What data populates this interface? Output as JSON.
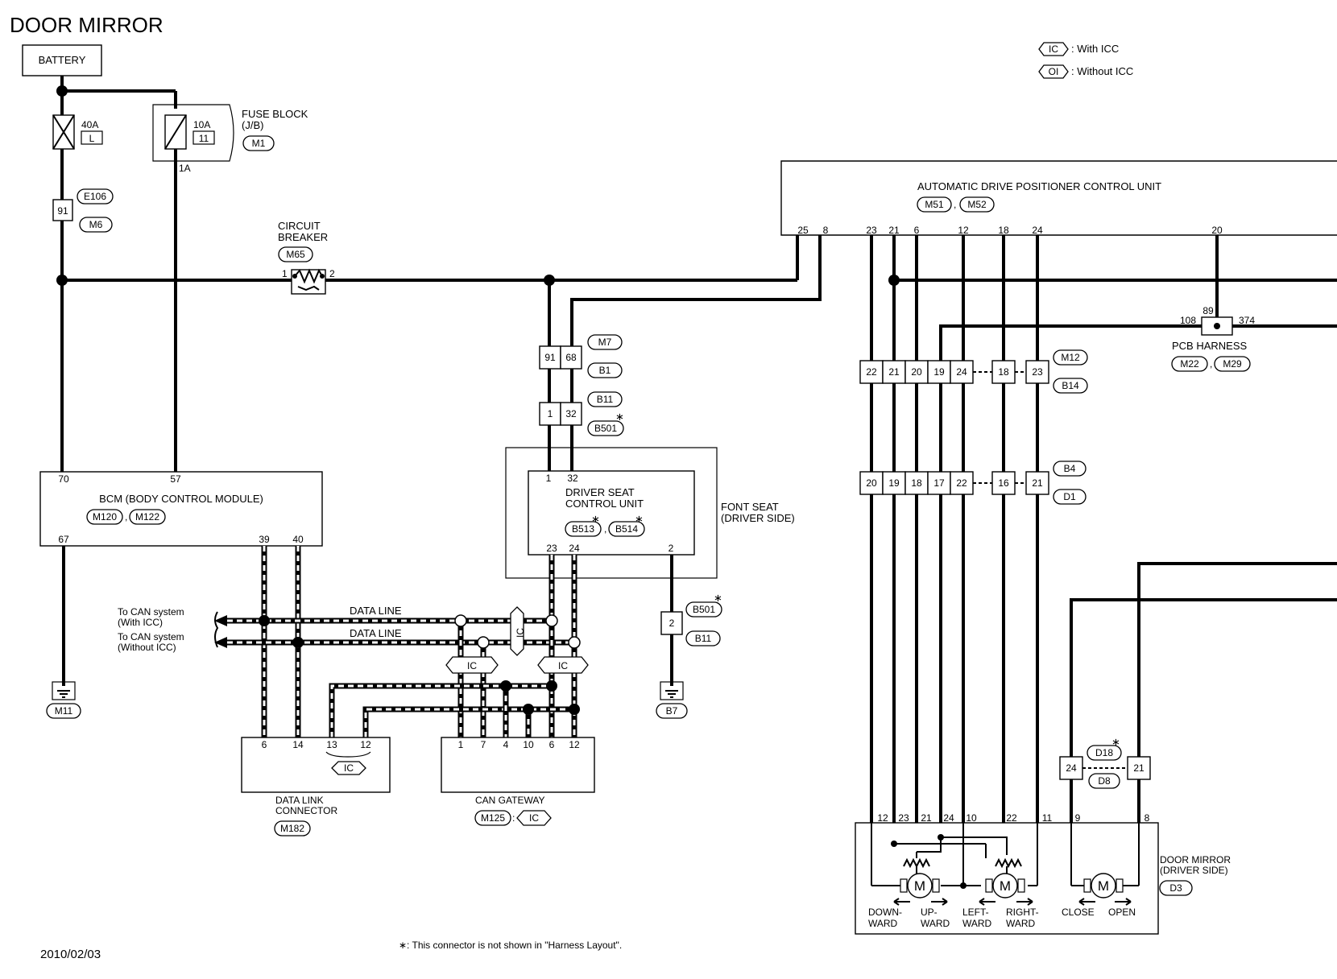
{
  "title": "DOOR MIRROR",
  "date": "2010/02/03",
  "footnote": "∗: This connector is not shown in \"Harness Layout\".",
  "legend": [
    {
      "tag": "IC",
      "text": ": With ICC"
    },
    {
      "tag": "OI",
      "text": ": Without ICC"
    }
  ],
  "battery": {
    "label": "BATTERY"
  },
  "fuse_40a": {
    "rating": "40A",
    "code": "L"
  },
  "fuse_10a": {
    "rating": "10A",
    "code": "11",
    "terminal": "1A"
  },
  "fuse_block": {
    "label1": "FUSE BLOCK",
    "label2": "(J/B)",
    "connector": "M1"
  },
  "conn_e106": {
    "pin": "91",
    "connectors": [
      "E106",
      "M6"
    ]
  },
  "circuit_breaker": {
    "label1": "CIRCUIT",
    "label2": "BREAKER",
    "connector": "M65",
    "pin_in": "1",
    "pin_out": "2"
  },
  "adp": {
    "label": "AUTOMATIC DRIVE POSITIONER CONTROL UNIT",
    "connectors": [
      "M51",
      "M52"
    ],
    "pins": [
      "25",
      "8",
      "23",
      "21",
      "6",
      "12",
      "18",
      "24",
      "20"
    ]
  },
  "pcb_harness": {
    "label": "PCB HARNESS",
    "connectors": [
      "M22",
      "M29"
    ],
    "pins": [
      "89",
      "108",
      "374"
    ]
  },
  "conn_m12": {
    "pins": [
      "22",
      "21",
      "20",
      "19",
      "24",
      "18",
      "23"
    ],
    "connectors": [
      "M12",
      "B14"
    ]
  },
  "conn_b4": {
    "pins": [
      "20",
      "19",
      "18",
      "17",
      "22",
      "16",
      "21"
    ],
    "connectors": [
      "B4",
      "D1"
    ]
  },
  "conn_m7": {
    "pins": [
      "91",
      "68"
    ],
    "connectors": [
      "M7",
      "B1"
    ]
  },
  "conn_b11": {
    "pins": [
      "1",
      "32"
    ],
    "connectors": [
      "B11",
      "B501"
    ]
  },
  "driver_seat": {
    "label1": "DRIVER SEAT",
    "label2": "CONTROL UNIT",
    "connectors": [
      "B513",
      "B514"
    ],
    "pins_top": [
      "1",
      "32"
    ],
    "pins_bottom": [
      "23",
      "24",
      "2"
    ]
  },
  "font_seat": {
    "label1": "FONT SEAT",
    "label2": "(DRIVER SIDE)"
  },
  "conn_b501": {
    "pin": "2",
    "connectors": [
      "B501",
      "B11"
    ]
  },
  "ground_b7": "B7",
  "bcm": {
    "label": "BCM (BODY CONTROL MODULE)",
    "connectors": [
      "M120",
      "M122"
    ],
    "pins": [
      "70",
      "57",
      "67",
      "39",
      "40"
    ]
  },
  "ground_m11": "M11",
  "can": {
    "line1": "To CAN system",
    "line1b": "(With ICC)",
    "line2": "To CAN system",
    "line2b": "(Without ICC)",
    "data1": "DATA LINE",
    "data2": "DATA LINE"
  },
  "dlc": {
    "label1": "DATA LINK",
    "label2": "CONNECTOR",
    "connector": "M182",
    "pins": [
      "6",
      "14",
      "13",
      "12"
    ],
    "tag": "IC"
  },
  "can_gateway": {
    "label": "CAN GATEWAY",
    "connector": "M125",
    "tag": "IC",
    "pins": [
      "1",
      "7",
      "4",
      "10",
      "6",
      "12"
    ]
  },
  "conn_d18": {
    "pins": [
      "24",
      "21"
    ],
    "connectors": [
      "D18",
      "D8"
    ]
  },
  "door_mirror": {
    "label1": "DOOR MIRROR",
    "label2": "(DRIVER SIDE)",
    "connector": "D3",
    "pins": [
      "12",
      "23",
      "21",
      "24",
      "10",
      "22",
      "11",
      "9",
      "8"
    ],
    "motor": "M",
    "dir": [
      "DOWN-",
      "WARD",
      "UP-",
      "WARD",
      "LEFT-",
      "WARD",
      "RIGHT-",
      "WARD",
      "CLOSE",
      "OPEN"
    ]
  },
  "tags": {
    "ic": "IC"
  }
}
